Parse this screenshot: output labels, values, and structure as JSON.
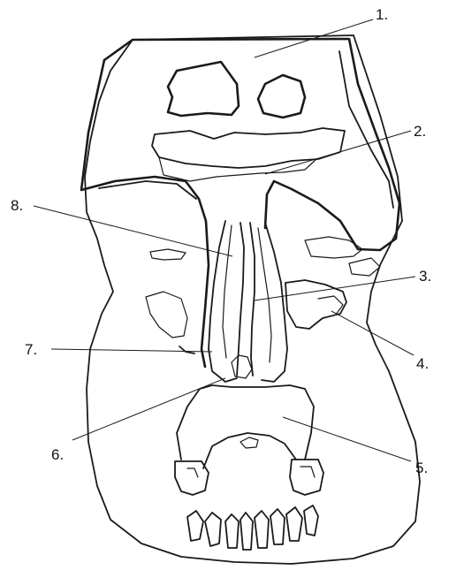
{
  "labels": [
    {
      "id": "1",
      "text": "1."
    },
    {
      "id": "2",
      "text": "2."
    },
    {
      "id": "3",
      "text": "3."
    },
    {
      "id": "4",
      "text": "4."
    },
    {
      "id": "5",
      "text": "5."
    },
    {
      "id": "6",
      "text": "6."
    },
    {
      "id": "7",
      "text": "7."
    },
    {
      "id": "8",
      "text": "8."
    }
  ]
}
